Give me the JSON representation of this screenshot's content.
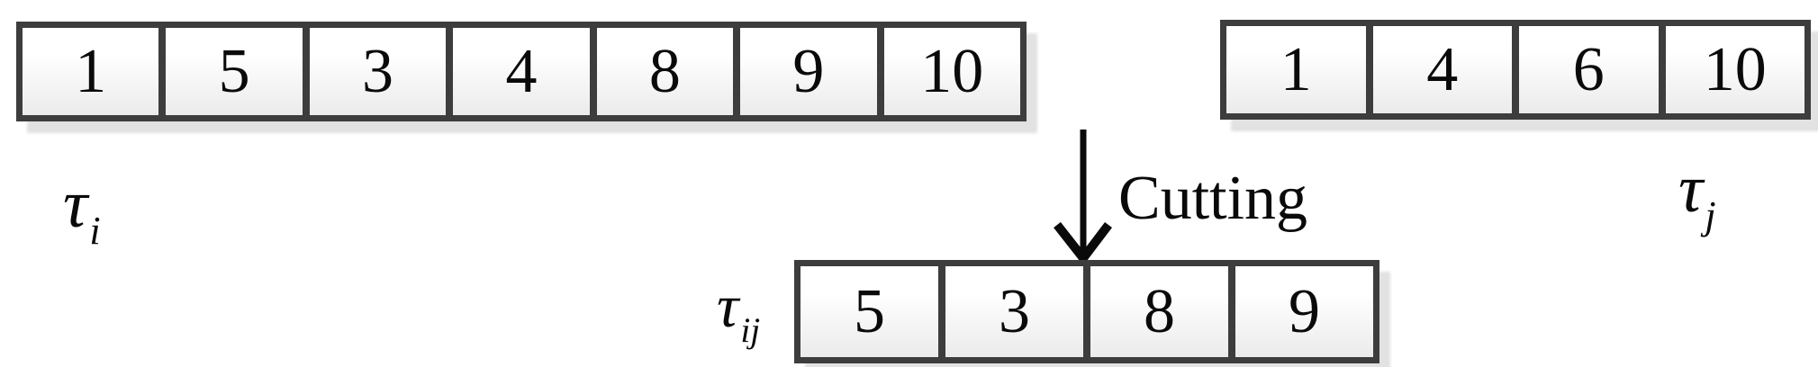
{
  "diagram": {
    "title_hint": "Cutting operation on task sequences",
    "operation_label": "Cutting",
    "sequences": [
      {
        "name": "tau_i",
        "label_base": "τ",
        "label_sub": "i",
        "cells": [
          "1",
          "5",
          "3",
          "4",
          "8",
          "9",
          "10"
        ]
      },
      {
        "name": "tau_j",
        "label_base": "τ",
        "label_sub": "j",
        "cells": [
          "1",
          "4",
          "6",
          "10"
        ]
      },
      {
        "name": "tau_ij",
        "label_base": "τ",
        "label_sub": "ij",
        "cells": [
          "5",
          "3",
          "8",
          "9"
        ]
      }
    ],
    "colors": {
      "frame": "#3d3d3d",
      "text": "#0a0a0a",
      "cell_gradient_top": "#ffffff",
      "cell_gradient_bottom": "#ebebeb",
      "shadow": "#e2e2e2",
      "background": "#ffffff"
    }
  }
}
